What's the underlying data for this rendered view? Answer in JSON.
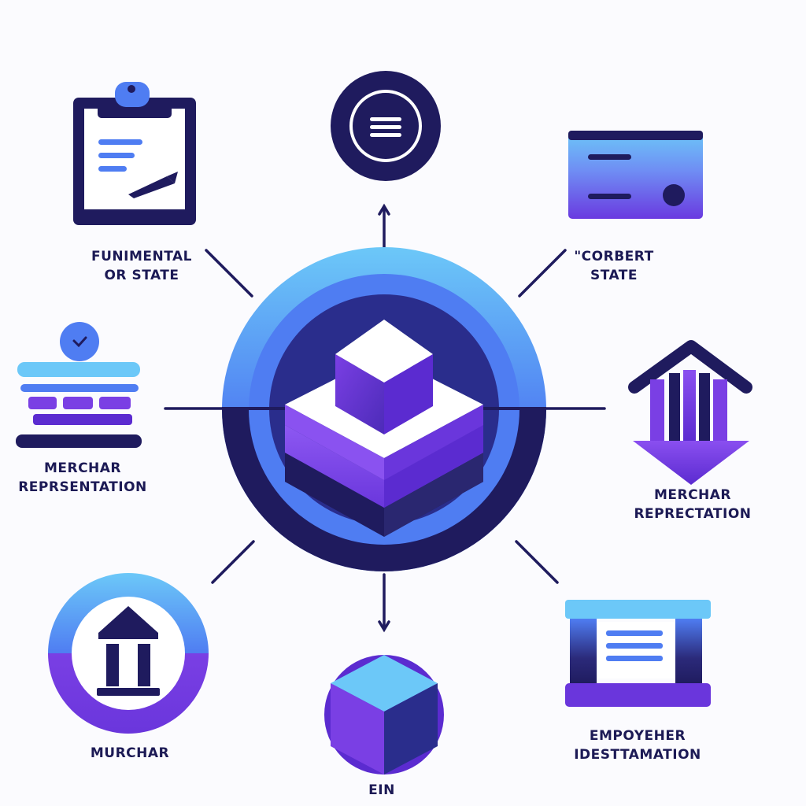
{
  "labels": {
    "top_left": {
      "line1": "FUNIMENTAL",
      "line2": "OR STATE"
    },
    "top_right": {
      "line1": "\"CORBERT",
      "line2": "STATE"
    },
    "middle_left": {
      "line1": "MERCHAR",
      "line2": "REPRSENTATION"
    },
    "middle_right": {
      "line1": "MERCHAR",
      "line2": "REPRECTATION"
    },
    "bottom_left": {
      "line1": "MURCHAR"
    },
    "bottom_center": {
      "line1": "EIN"
    },
    "bottom_right": {
      "line1": "EMPOYEHER",
      "line2": "IDESTTAMATION"
    }
  },
  "colors": {
    "navy": "#1f1b5e",
    "blue": "#4f7df2",
    "light_blue": "#6cc8f8",
    "purple": "#7a3fe4",
    "violet": "#5b2bd0",
    "background": "#fbfbfe"
  },
  "icons": {
    "center": "stacked-layers-icon",
    "top_left": "clipboard-icon",
    "top_center": "menu-circle-icon",
    "top_right": "card-icon",
    "middle_left": "stack-icon",
    "middle_right": "bank-arrow-icon",
    "bottom_left": "bank-circle-icon",
    "bottom_center": "cube-circle-icon",
    "bottom_right": "document-panel-icon"
  }
}
